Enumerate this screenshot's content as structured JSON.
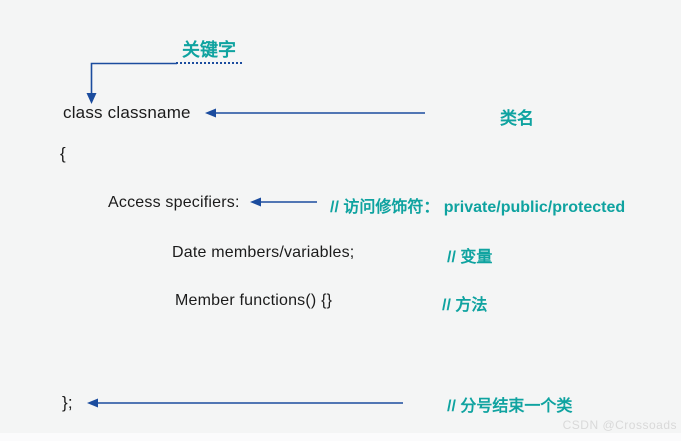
{
  "colors": {
    "background": "#f4f5f5",
    "annotation_teal": "#0fa3a0",
    "arrow_blue": "#1b4c9e",
    "code_text": "#1b1b1b",
    "watermark_gray": "#d9d9d9"
  },
  "diagram": {
    "title_concept": "C++ class definition syntax with Chinese annotations",
    "keyword_label": "关键字",
    "class_declaration": "class classname",
    "classname_label": "类名",
    "open_brace": "{",
    "access_specifiers_line": "Access specifiers:",
    "access_specifiers_comment": "// 访问修饰符： private/public/protected",
    "data_members_line": "Date members/variables;",
    "data_members_comment": "// 变量",
    "member_functions_line": "Member functions() {}",
    "member_functions_comment": "// 方法",
    "closing_line": "};",
    "closing_comment": "// 分号结束一个类"
  },
  "watermark": "CSDN @Crossoads"
}
